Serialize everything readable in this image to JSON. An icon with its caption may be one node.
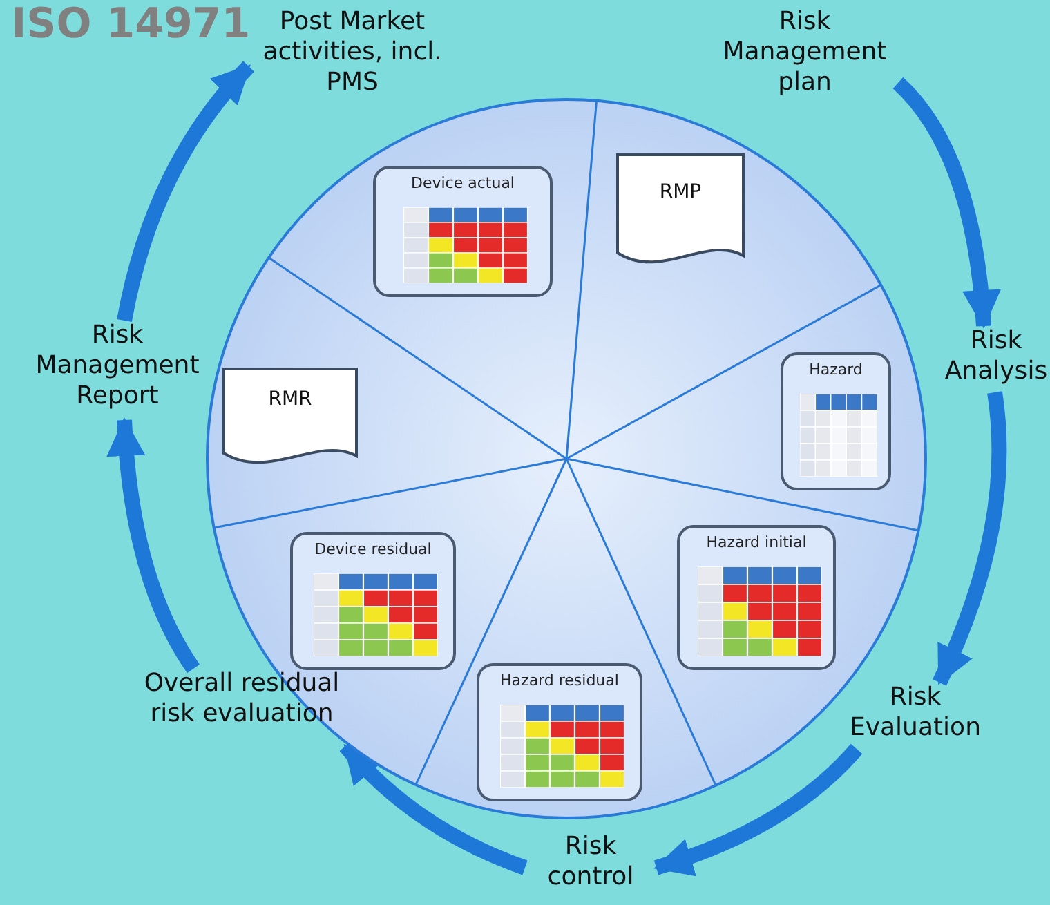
{
  "diagram": {
    "title": "ISO 14971",
    "nodes": [
      {
        "text": [
          "Post Market activities, incl. PMS"
        ]
      },
      {
        "text": [
          "Risk Management plan"
        ]
      },
      {
        "text": [],
        "shape": "circle"
      },
      {
        "text": [
          "Device actual"
        ],
        "in": 2
      },
      {
        "text": [
          "RMP"
        ],
        "in": 2
      },
      {
        "text": [
          "Hazard"
        ],
        "in": 2
      },
      {
        "text": [
          "Risk Analysis"
        ]
      },
      {
        "text": [
          "Risk Management Report"
        ]
      },
      {
        "text": [
          "RMR"
        ],
        "in": 2
      },
      {
        "text": [
          "Hazard initial"
        ],
        "in": 2
      },
      {
        "text": [
          "Device residual"
        ],
        "in": 2
      },
      {
        "text": [
          "Hazard residual"
        ],
        "in": 2
      },
      {
        "text": [
          "Overall residual risk evaluation"
        ]
      },
      {
        "text": [
          "Risk Evaluation"
        ]
      },
      {
        "text": [
          "Risk control"
        ]
      }
    ],
    "edges": [
      {
        "from": 1,
        "to": 6,
        "arrow": "to"
      },
      {
        "from": 6,
        "to": 13,
        "arrow": "to"
      },
      {
        "from": 13,
        "to": 14,
        "arrow": "to"
      },
      {
        "from": 14,
        "to": 12,
        "arrow": "to"
      },
      {
        "from": 12,
        "to": 7,
        "arrow": "to"
      },
      {
        "from": 7,
        "to": 0,
        "arrow": "to"
      }
    ]
  }
}
